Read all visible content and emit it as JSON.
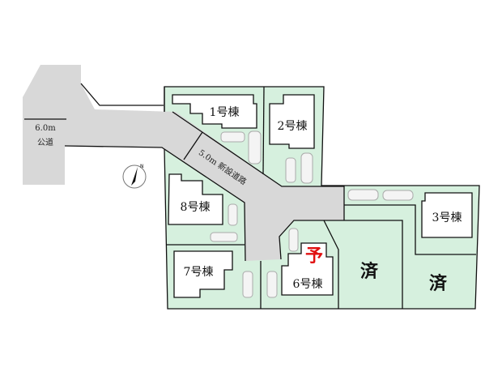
{
  "public_road": {
    "width_label": "6.0m",
    "name_label": "公道"
  },
  "new_road": {
    "label": "5.0m 新設道路"
  },
  "compass": {
    "north_label": "N"
  },
  "buildings": [
    {
      "label": "1号棟"
    },
    {
      "label": "2号棟"
    },
    {
      "label": "3号棟"
    },
    {
      "label": "6号棟",
      "stamp": "予"
    },
    {
      "label": "7号棟"
    },
    {
      "label": "8号棟"
    }
  ],
  "sold_lots": [
    {
      "label": "済"
    },
    {
      "label": "済"
    }
  ],
  "colors": {
    "lot_fill": "#d6f0de",
    "road_fill": "#d8d8d8",
    "stamp": "#e01010"
  }
}
